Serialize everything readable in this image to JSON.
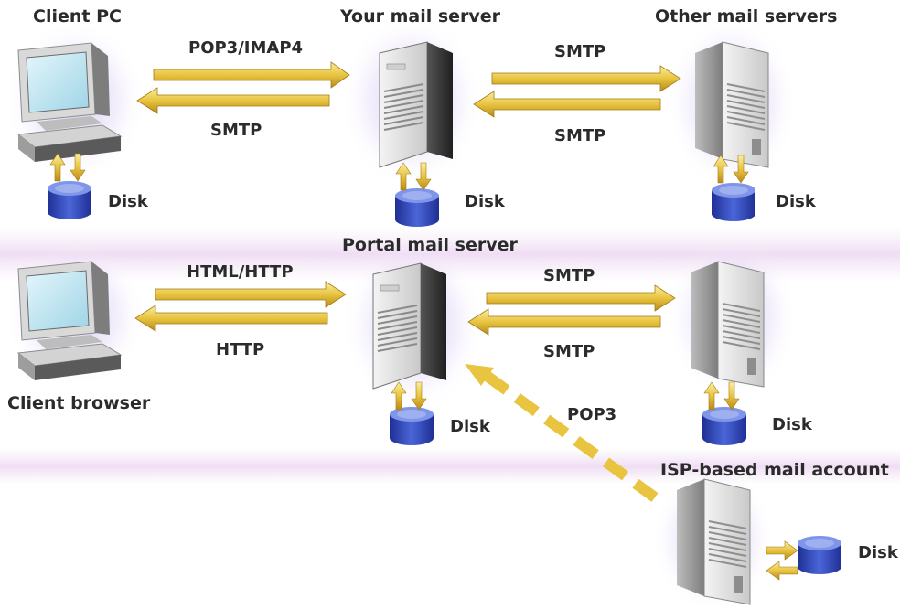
{
  "labels": {
    "client_pc": "Client PC",
    "your_mail_server": "Your mail server",
    "other_mail_servers": "Other mail servers",
    "portal_mail_server": "Portal mail server",
    "client_browser": "Client browser",
    "isp_account": "ISP-based mail account",
    "disk": "Disk"
  },
  "arrows": {
    "pop3_imap4": "POP3/IMAP4",
    "smtp": "SMTP",
    "html_http": "HTML/HTTP",
    "http": "HTTP",
    "pop3": "POP3"
  },
  "colors": {
    "arrow_gold": "#e8c440",
    "disk_blue": "#3b55c8",
    "monitor_screen": "#bfe6f2",
    "halo_purple": "#c9b6ee"
  }
}
